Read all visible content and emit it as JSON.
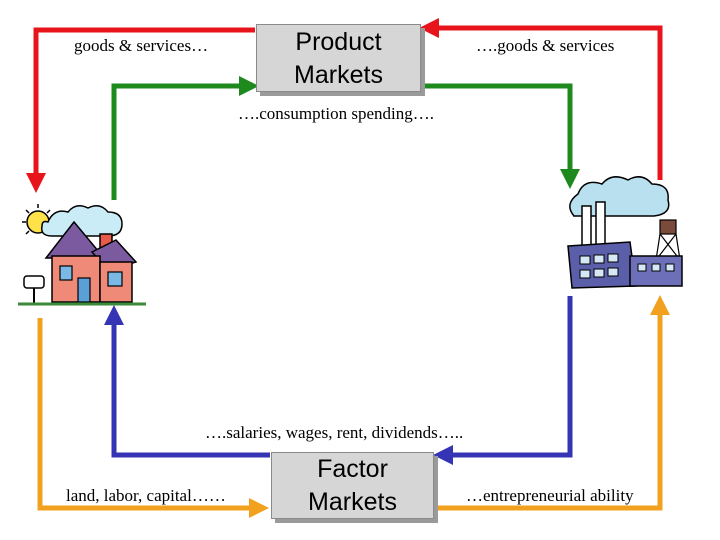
{
  "product_markets": {
    "line1": "Product",
    "line2": "Markets"
  },
  "factor_markets": {
    "line1": "Factor",
    "line2": "Markets"
  },
  "labels": {
    "goods_services_left": "goods & services…",
    "goods_services_right": "….goods & services",
    "consumption_spending": "….consumption spending….",
    "salaries": "….salaries, wages, rent, dividends…..",
    "land_labor_capital": "land, labor, capital……",
    "entrepreneurial": "…entrepreneurial ability"
  },
  "colors": {
    "goods_flow": "#e8141b",
    "spending_flow": "#1e8a1e",
    "income_flow": "#3434b4",
    "resource_flow": "#f2a11f"
  },
  "icons": [
    "house-clipart-icon",
    "factory-clipart-icon"
  ]
}
